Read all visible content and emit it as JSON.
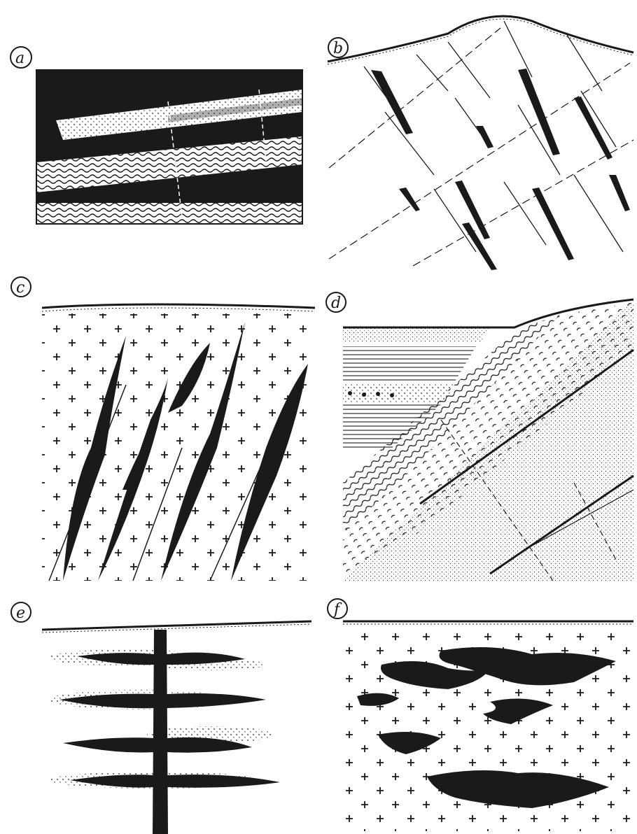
{
  "figure": {
    "panels": [
      {
        "id": "a",
        "label": "a"
      },
      {
        "id": "b",
        "label": "b"
      },
      {
        "id": "c",
        "label": "c"
      },
      {
        "id": "d",
        "label": "d"
      },
      {
        "id": "e",
        "label": "e"
      },
      {
        "id": "f",
        "label": "f"
      }
    ]
  },
  "colors": {
    "ink": "#1a1a1a",
    "paper": "#ffffff"
  }
}
